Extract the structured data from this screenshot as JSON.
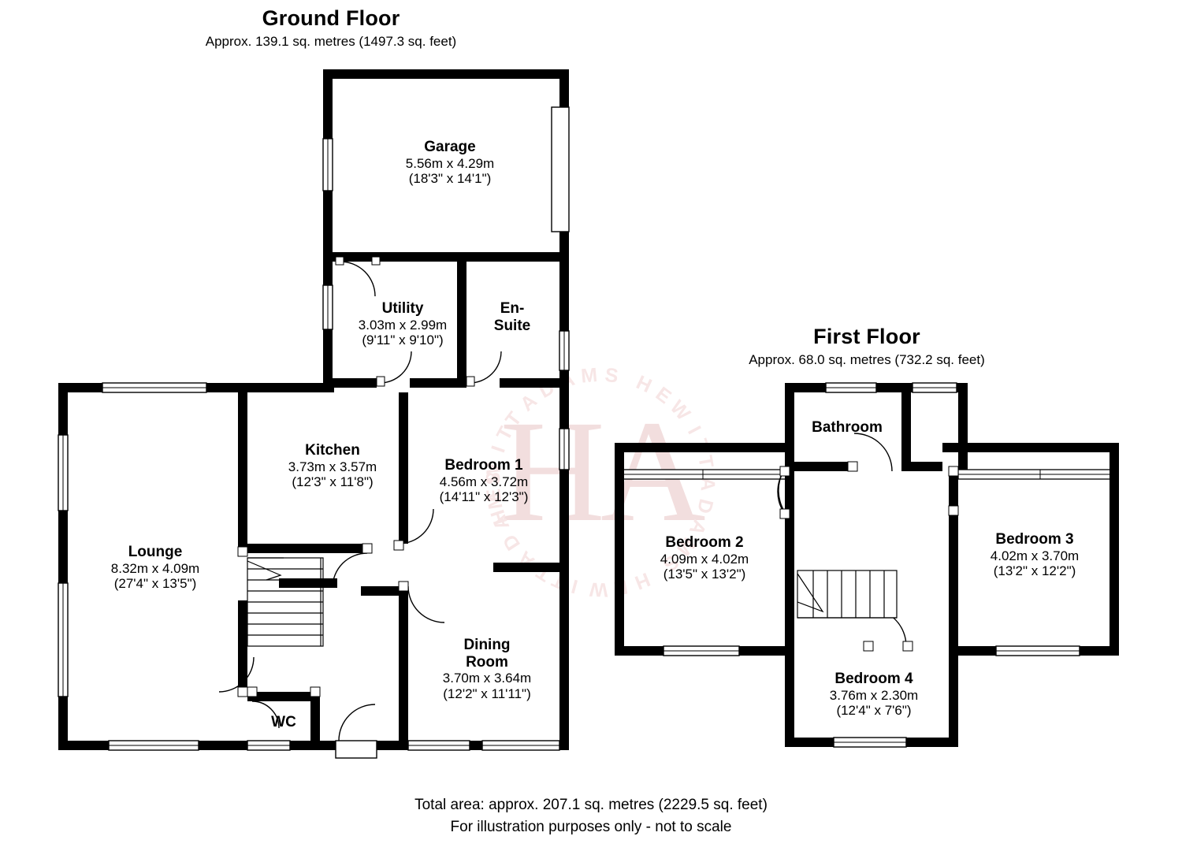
{
  "floors": [
    {
      "id": "ground",
      "title": "Ground Floor",
      "area": "Approx. 139.1 sq. metres (1497.3 sq. feet)"
    },
    {
      "id": "first",
      "title": "First Floor",
      "area": "Approx. 68.0 sq. metres (732.2 sq. feet)"
    }
  ],
  "rooms": {
    "garage": {
      "name": "Garage",
      "metric": "5.56m x 4.29m",
      "imperial": "(18'3\" x 14'1\")"
    },
    "utility": {
      "name": "Utility",
      "metric": "3.03m x 2.99m",
      "imperial": "(9'11\" x 9'10\")"
    },
    "ensuite": {
      "name": "En-\nSuite",
      "metric": "",
      "imperial": ""
    },
    "kitchen": {
      "name": "Kitchen",
      "metric": "3.73m x 3.57m",
      "imperial": "(12'3\" x 11'8\")"
    },
    "bedroom1": {
      "name": "Bedroom 1",
      "metric": "4.56m x 3.72m",
      "imperial": "(14'11\" x 12'3\")"
    },
    "lounge": {
      "name": "Lounge",
      "metric": "8.32m x 4.09m",
      "imperial": "(27'4\" x 13'5\")"
    },
    "dining": {
      "name": "Dining\nRoom",
      "metric": "3.70m x 3.64m",
      "imperial": "(12'2\" x 11'11\")"
    },
    "wc": {
      "name": "WC",
      "metric": "",
      "imperial": ""
    },
    "bathroom": {
      "name": "Bathroom",
      "metric": "",
      "imperial": ""
    },
    "bedroom2": {
      "name": "Bedroom 2",
      "metric": "4.09m x 4.02m",
      "imperial": "(13'5\" x 13'2\")"
    },
    "bedroom3": {
      "name": "Bedroom 3",
      "metric": "4.02m x 3.70m",
      "imperial": "(13'2\" x 12'2\")"
    },
    "bedroom4": {
      "name": "Bedroom 4",
      "metric": "3.76m x 2.30m",
      "imperial": "(12'4\" x 7'6\")"
    }
  },
  "footer": {
    "total": "Total area: approx. 207.1 sq. metres (2229.5 sq. feet)",
    "disclaimer": "For illustration purposes only - not to scale"
  },
  "watermark": {
    "text": "HEWITT ADAMS",
    "monogram": "HA",
    "color": "#f2dede"
  },
  "colors": {
    "wall": "#000000",
    "paper": "#ffffff",
    "opening": "#6b6b6b"
  }
}
